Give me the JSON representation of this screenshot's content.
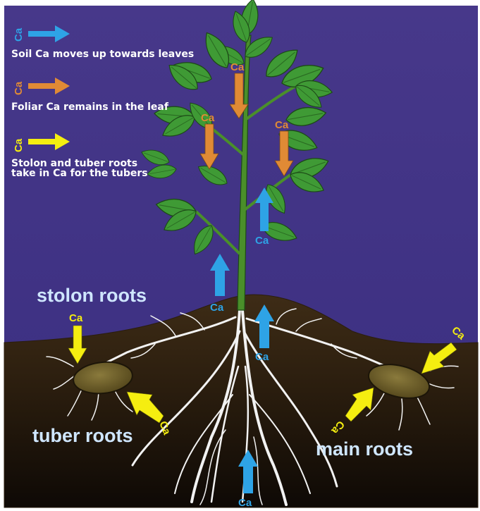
{
  "legend": {
    "items": [
      {
        "symbol": "Ca",
        "text_lines": [
          "Soil Ca moves up towards leaves"
        ],
        "color": "#2ea3e6"
      },
      {
        "symbol": "Ca",
        "text_lines": [
          "Foliar Ca remains in the leaf"
        ],
        "color": "#e08a35"
      },
      {
        "symbol": "Ca",
        "text_lines": [
          "Stolon and tuber roots",
          "take in Ca for the tubers"
        ],
        "color": "#f5ee10"
      }
    ]
  },
  "labels": {
    "stolon_roots": "stolon roots",
    "tuber_roots": "tuber roots",
    "main_roots": "main roots"
  },
  "ca_symbol": "Ca",
  "colors": {
    "sky_top": "#4a3a8a",
    "sky_bottom": "#3b2e7c",
    "soil": "#3e2c16",
    "soil_deep": "#120c06",
    "leaf": "#3f9a35",
    "stem": "#4a8f2a",
    "roots": "#f2f2f2",
    "tuber": "#6b5a2a",
    "soil_arrow": "#2ea3e6",
    "foliar_arrow": "#e08a35",
    "tuber_arrow": "#f5ee10",
    "label_text": "#cfe6ff"
  },
  "icons": [
    "soil-ca-arrow-icon",
    "foliar-ca-arrow-icon",
    "tuber-ca-arrow-icon"
  ]
}
